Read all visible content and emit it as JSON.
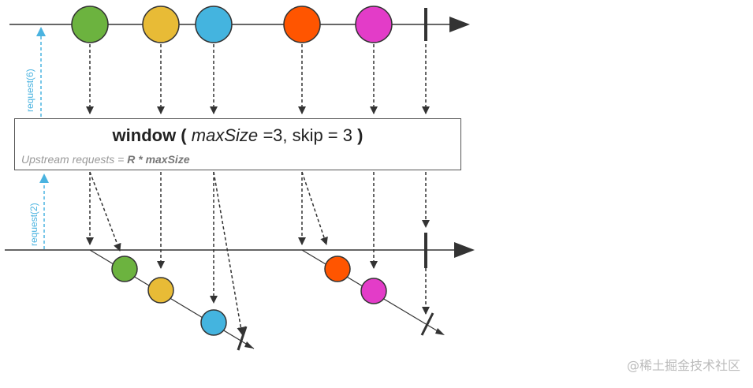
{
  "operator": {
    "name": "window",
    "open_paren": " (",
    "param1_name": "maxSize",
    "param1_eq": " =",
    "param1_value": "3",
    "param2": ", skip = 3",
    "close_paren": " )",
    "subtitle_prefix": "Upstream requests = ",
    "subtitle_formula": "R * maxSize"
  },
  "requests": {
    "upstream": "request(6)",
    "downstream": "request(2)"
  },
  "watermark": "@稀土掘金技术社区",
  "colors": {
    "green": "#6cb33f",
    "yellow": "#e8bb36",
    "blue": "#44b4df",
    "orange": "#ff5500",
    "magenta": "#e33cc8",
    "line": "#333333",
    "request_arrow": "#4ab3e0"
  }
}
